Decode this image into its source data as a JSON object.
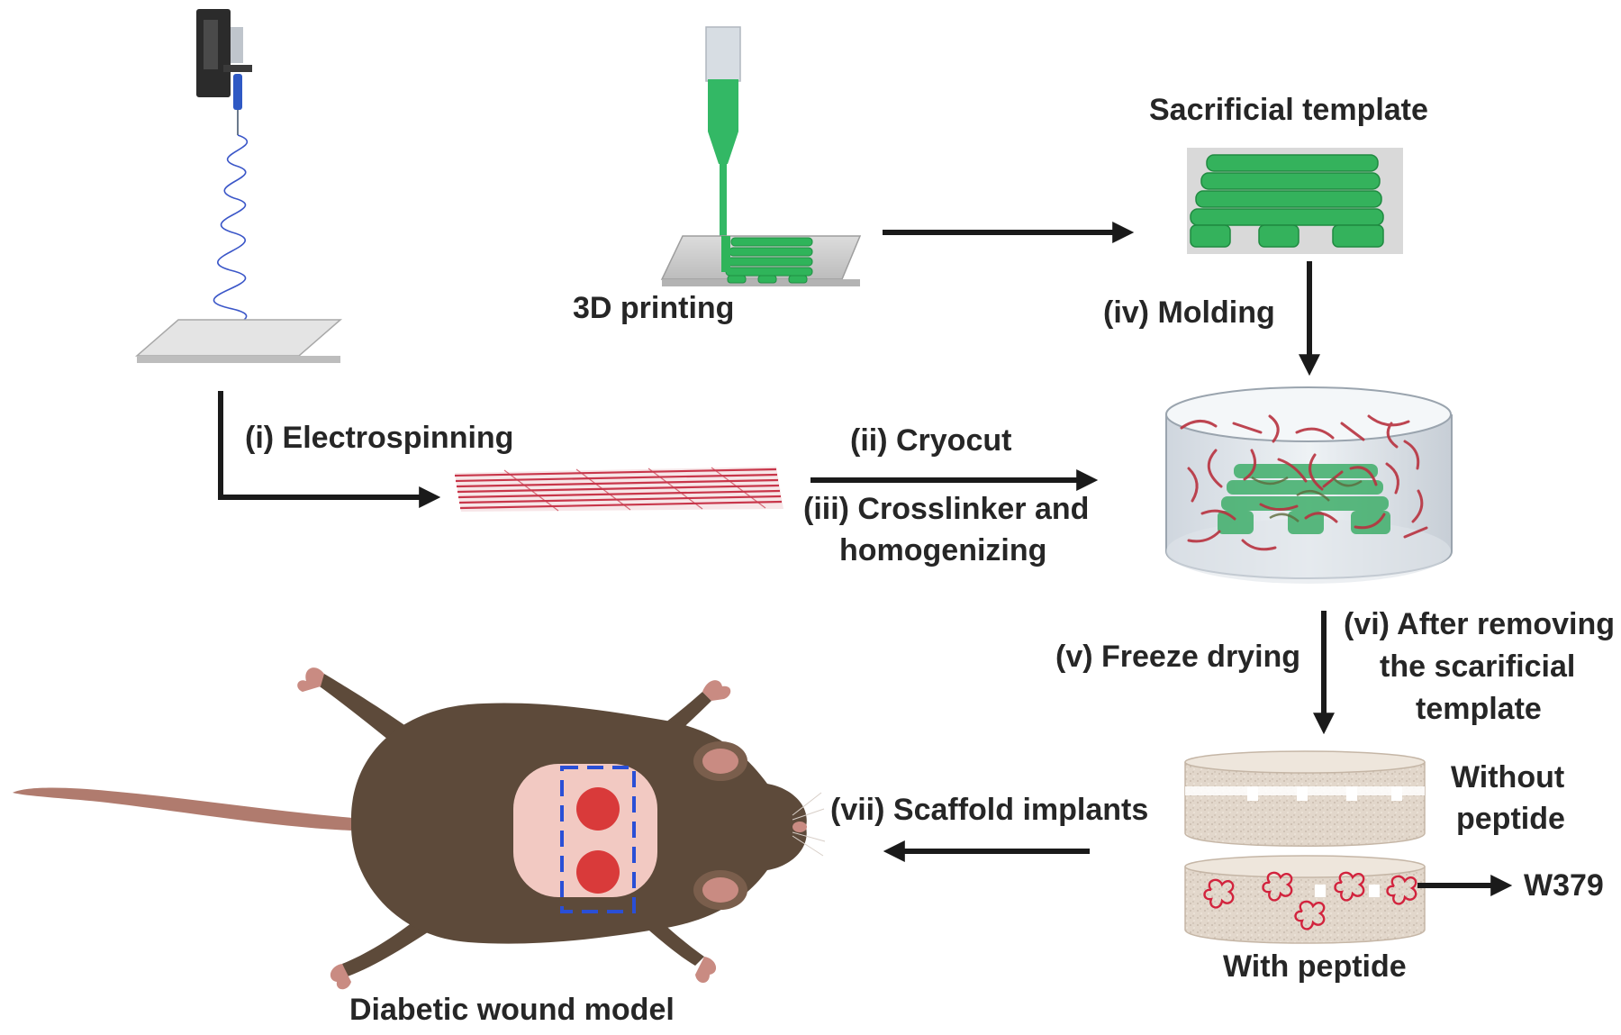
{
  "labels": {
    "sacrificial_template": "Sacrificial template",
    "printing": "3D printing",
    "molding": "(iv) Molding",
    "electrospinning": "(i) Electrospinning",
    "cryocut": "(ii) Cryocut",
    "crosslinker_line1": "(iii) Crosslinker and",
    "crosslinker_line2": "homogenizing",
    "freeze_drying": "(v) Freeze drying",
    "removing_line1": "(vi) After removing",
    "removing_line2": "the scarificial",
    "removing_line3": "template",
    "without_line1": "Without",
    "without_line2": "peptide",
    "with_peptide": "With peptide",
    "w379": "W379",
    "scaffold_implants": "(vii) Scaffold implants",
    "wound_model": "Diabetic wound model"
  },
  "colors": {
    "text": "#262626",
    "arrow": "#1a1a1a",
    "green": "#2fb45a",
    "green_dark": "#1f8f43",
    "fiber": "#c8364a",
    "scaffold": "#ddd2c6",
    "mouse": "#5d4a3a",
    "wound_skin": "#f2c9c2",
    "wound_dot": "#d93a3a",
    "dash_box": "#2a4fd6"
  }
}
